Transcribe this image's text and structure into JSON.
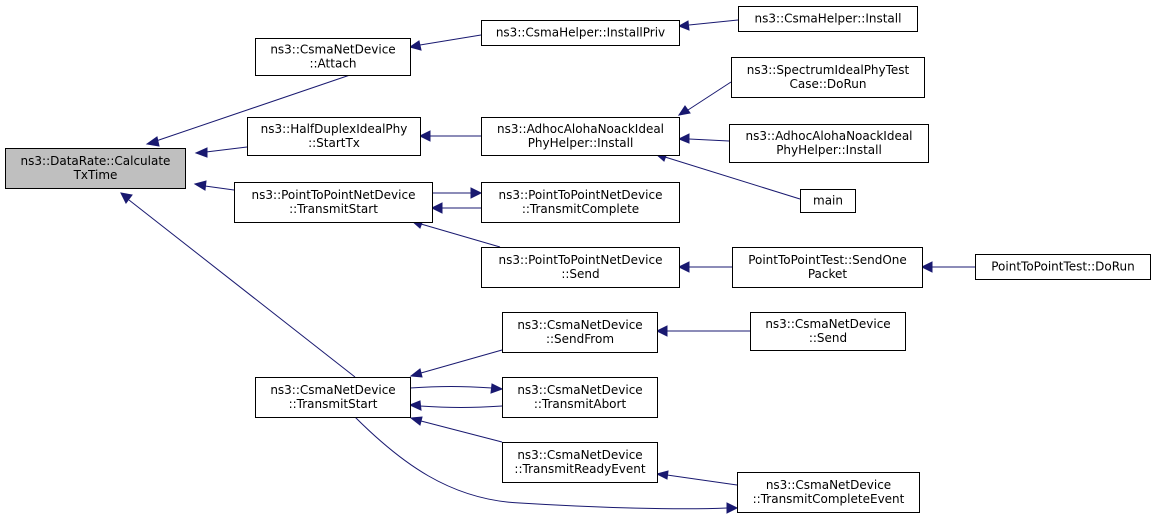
{
  "graph": {
    "edge_color": "#191970",
    "root_fill": "#bfbfbf",
    "nodes": [
      {
        "id": "root",
        "lines": [
          "ns3::DataRate::Calculate",
          "TxTime"
        ],
        "root": true
      },
      {
        "id": "csma_attach",
        "lines": [
          "ns3::CsmaNetDevice",
          "::Attach"
        ]
      },
      {
        "id": "csmahelper_installpriv",
        "lines": [
          "ns3::CsmaHelper::InstallPriv"
        ]
      },
      {
        "id": "csmahelper_install",
        "lines": [
          "ns3::CsmaHelper::Install"
        ]
      },
      {
        "id": "halfduplex_starttx",
        "lines": [
          "ns3::HalfDuplexIdealPhy",
          "::StartTx"
        ]
      },
      {
        "id": "adhoc_install",
        "lines": [
          "ns3::AdhocAlohaNoackIdeal",
          "PhyHelper::Install"
        ]
      },
      {
        "id": "spectrum_dorun",
        "lines": [
          "ns3::SpectrumIdealPhyTest",
          "Case::DoRun"
        ]
      },
      {
        "id": "adhoc_install2",
        "lines": [
          "ns3::AdhocAlohaNoackIdeal",
          "PhyHelper::Install"
        ]
      },
      {
        "id": "main",
        "lines": [
          "main"
        ]
      },
      {
        "id": "p2p_transmitstart",
        "lines": [
          "ns3::PointToPointNetDevice",
          "::TransmitStart"
        ]
      },
      {
        "id": "p2p_transmitcomplete",
        "lines": [
          "ns3::PointToPointNetDevice",
          "::TransmitComplete"
        ]
      },
      {
        "id": "p2p_send",
        "lines": [
          "ns3::PointToPointNetDevice",
          "::Send"
        ]
      },
      {
        "id": "p2ptest_sendonepacket",
        "lines": [
          "PointToPointTest::SendOne",
          "Packet"
        ]
      },
      {
        "id": "p2ptest_dorun",
        "lines": [
          "PointToPointTest::DoRun"
        ]
      },
      {
        "id": "csma_transmitstart",
        "lines": [
          "ns3::CsmaNetDevice",
          "::TransmitStart"
        ]
      },
      {
        "id": "csma_sendfrom",
        "lines": [
          "ns3::CsmaNetDevice",
          "::SendFrom"
        ]
      },
      {
        "id": "csma_send",
        "lines": [
          "ns3::CsmaNetDevice",
          "::Send"
        ]
      },
      {
        "id": "csma_transmitabort",
        "lines": [
          "ns3::CsmaNetDevice",
          "::TransmitAbort"
        ]
      },
      {
        "id": "csma_transmitreadyevent",
        "lines": [
          "ns3::CsmaNetDevice",
          "::TransmitReadyEvent"
        ]
      },
      {
        "id": "csma_transmitcompleteevent",
        "lines": [
          "ns3::CsmaNetDevice",
          "::TransmitCompleteEvent"
        ]
      }
    ],
    "edges": [
      {
        "from": "csma_attach",
        "to": "root"
      },
      {
        "from": "halfduplex_starttx",
        "to": "root"
      },
      {
        "from": "p2p_transmitstart",
        "to": "root"
      },
      {
        "from": "csma_transmitstart",
        "to": "root"
      },
      {
        "from": "csmahelper_installpriv",
        "to": "csma_attach"
      },
      {
        "from": "csmahelper_install",
        "to": "csmahelper_installpriv"
      },
      {
        "from": "adhoc_install",
        "to": "halfduplex_starttx"
      },
      {
        "from": "spectrum_dorun",
        "to": "adhoc_install"
      },
      {
        "from": "adhoc_install2",
        "to": "adhoc_install"
      },
      {
        "from": "main",
        "to": "adhoc_install"
      },
      {
        "from": "p2p_transmitstart",
        "to": "p2p_transmitcomplete"
      },
      {
        "from": "p2p_transmitcomplete",
        "to": "p2p_transmitstart"
      },
      {
        "from": "p2p_send",
        "to": "p2p_transmitstart"
      },
      {
        "from": "p2ptest_sendonepacket",
        "to": "p2p_send"
      },
      {
        "from": "p2ptest_dorun",
        "to": "p2ptest_sendonepacket"
      },
      {
        "from": "csma_sendfrom",
        "to": "csma_transmitstart"
      },
      {
        "from": "csma_send",
        "to": "csma_sendfrom"
      },
      {
        "from": "csma_transmitstart",
        "to": "csma_transmitabort"
      },
      {
        "from": "csma_transmitabort",
        "to": "csma_transmitstart"
      },
      {
        "from": "csma_transmitreadyevent",
        "to": "csma_transmitstart"
      },
      {
        "from": "csma_transmitcompleteevent",
        "to": "csma_transmitreadyevent"
      },
      {
        "from": "csma_transmitstart",
        "to": "csma_transmitcompleteevent"
      }
    ]
  }
}
